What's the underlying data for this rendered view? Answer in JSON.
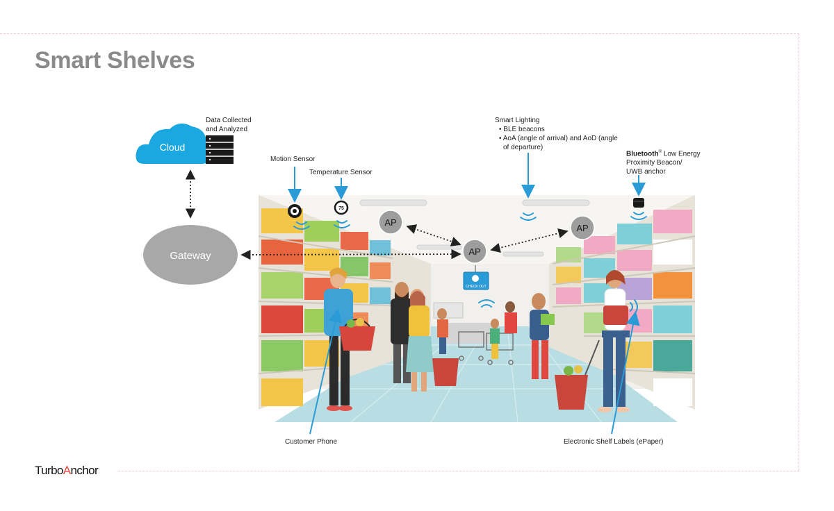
{
  "title": "Smart Shelves",
  "logo": {
    "prefix": "Turbo",
    "accent": "A",
    "suffix": "nchor"
  },
  "colors": {
    "cloud": "#1ba7e0",
    "gateway": "#a8a8a8",
    "ap": "#9d9d9d",
    "arrow": "#2a9bd6",
    "logo_accent": "#e0483a"
  },
  "nodes": {
    "cloud": "Cloud",
    "gateway": "Gateway",
    "ap": "AP",
    "checkout": "CHECK OUT"
  },
  "labels": {
    "data_collected": [
      "Data Collected",
      "and Analyzed"
    ],
    "motion_sensor": "Motion Sensor",
    "temperature_sensor": "Temperature Sensor",
    "temperature_value": "75",
    "smart_lighting": {
      "heading": "Smart Lighting",
      "bullets": [
        "• BLE beacons",
        "• AoA (angle of arrival) and AoD (angle",
        "   of departure)"
      ]
    },
    "bluetooth": {
      "bold": "Bluetooth",
      "reg": "®",
      "rest": " Low Energy",
      "lines": [
        "Proximity Beacon/",
        "UWB anchor"
      ]
    },
    "customer_phone": "Customer Phone",
    "electronic_shelf_labels": "Electronic Shelf Labels (ePaper)"
  }
}
